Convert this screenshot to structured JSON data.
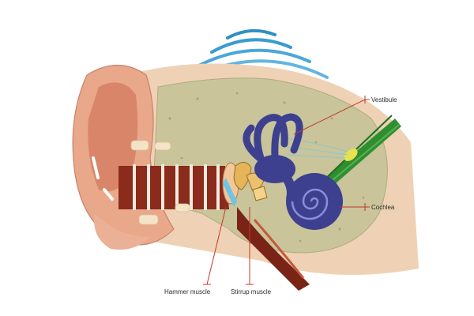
{
  "labels": {
    "vestibule": "Vestibule",
    "cochlea": "Cochlea",
    "hammer_muscle": "Hammer muscle",
    "stirrup_muscle": "Stirrup muscle"
  },
  "colors": {
    "outer_ear": "#e9a88a",
    "bone": "#c9c49a",
    "inner_ear": "#3d3f8f",
    "nerve": "#2f8f2f",
    "sound_waves": "#2e8fc7",
    "leader_lines": "#c0392b"
  }
}
